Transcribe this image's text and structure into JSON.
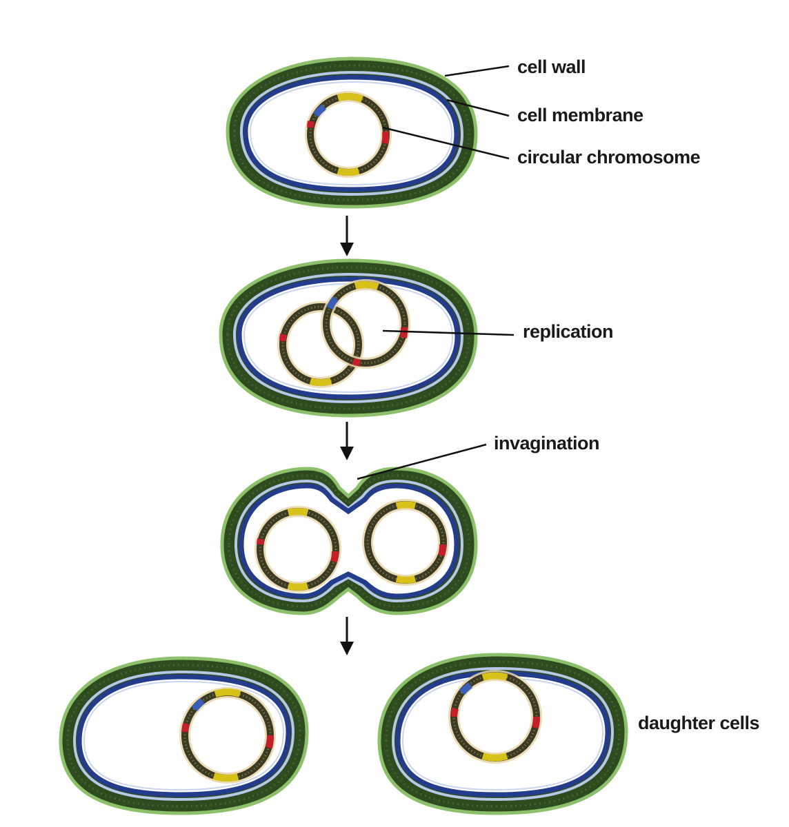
{
  "labels": {
    "cell_wall": "cell wall",
    "cell_membrane": "cell membrane",
    "circular_chromosome": "circular chromosome",
    "replication": "replication",
    "invagination": "invagination",
    "daughter_cells": "daughter cells"
  },
  "colors": {
    "cell_wall": "#2e4a1f",
    "cell_wall_rim": "#8cc06a",
    "cell_membrane": "#243c8c",
    "chromosome": "#3b3a24",
    "marker_red": "#c41f2a",
    "marker_yellow": "#d8c21a",
    "arrow": "#111111"
  }
}
